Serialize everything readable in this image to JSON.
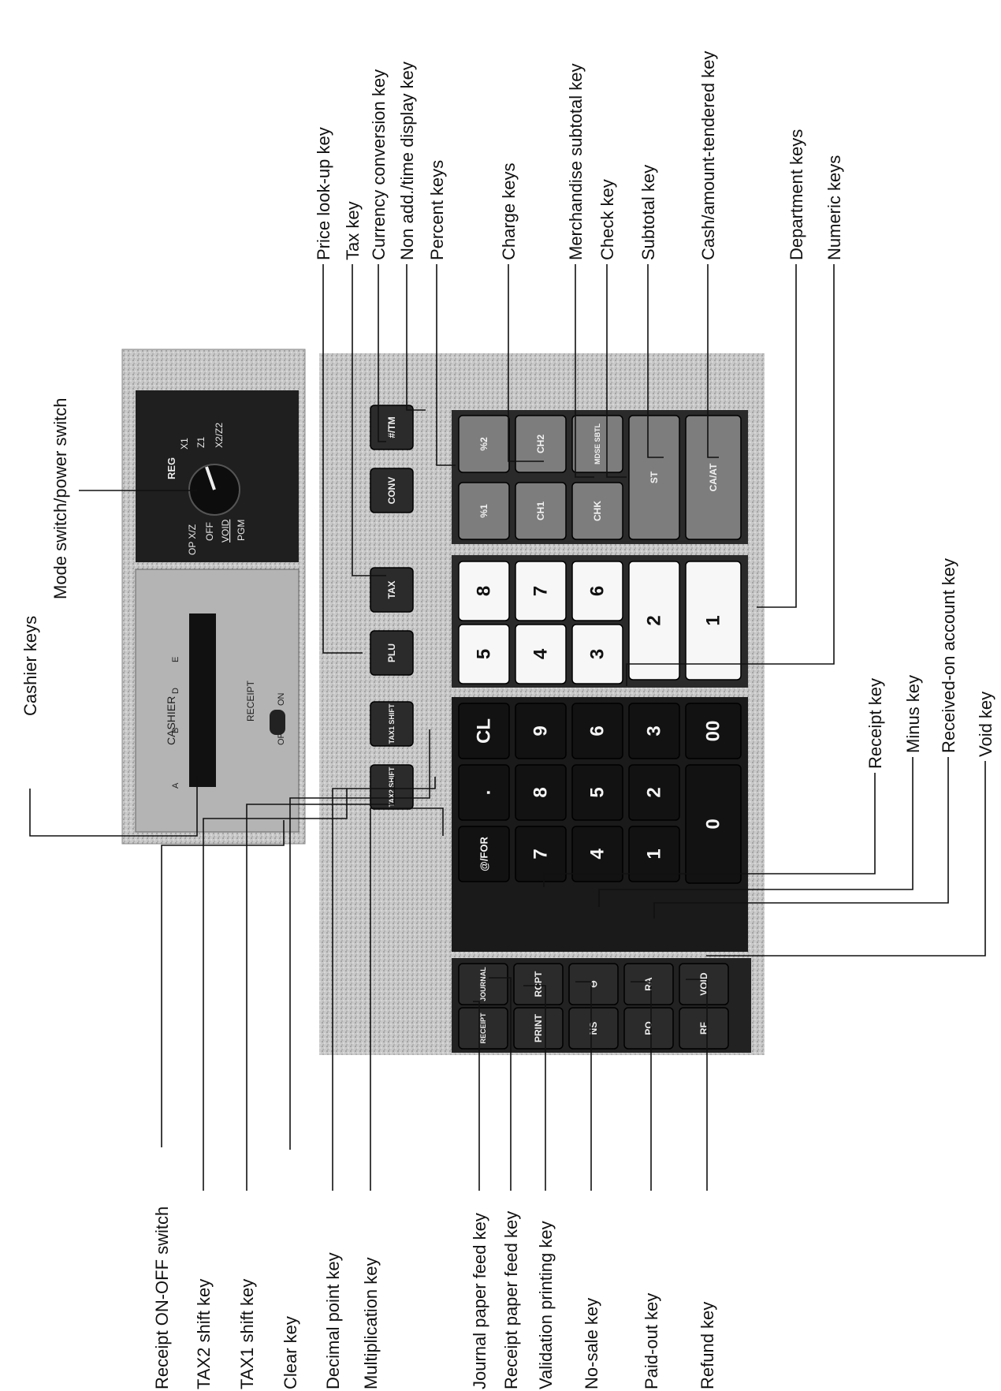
{
  "labels": {
    "cashier_keys": "Cashier keys",
    "mode_switch": "Mode switch/power switch",
    "price_lookup": "Price look-up key",
    "tax_key": "Tax key",
    "currency_conversion": "Currency conversion key",
    "non_add": "Non add./time display key",
    "percent_keys": "Percent keys",
    "charge_keys": "Charge keys",
    "merchandise_subtotal": "Merchandise subtotal key",
    "check_key": "Check key",
    "subtotal_key": "Subtotal key",
    "cash_tendered": "Cash/amount-tendered key",
    "department_keys": "Department keys",
    "numeric_keys": "Numeric keys",
    "receipt_key": "Receipt key",
    "minus_key": "Minus key",
    "received_on_account": "Received-on account key",
    "void_key": "Void key",
    "receipt_on_off": "Receipt ON-OFF switch",
    "tax2_shift": "TAX2 shift key",
    "tax1_shift": "TAX1 shift key",
    "clear_key": "Clear key",
    "decimal_point": "Decimal point key",
    "multiplication": "Multiplication key",
    "journal_feed": "Journal paper feed key",
    "receipt_feed": "Receipt paper feed key",
    "validation_printing": "Validation printing key",
    "no_sale": "No-sale key",
    "paid_out": "Paid-out key",
    "refund": "Refund key"
  },
  "panel": {
    "cashier_title": "CASHIER",
    "cashier_letters": [
      "A",
      "B",
      "D",
      "E"
    ],
    "receipt_title": "RECEIPT",
    "receipt_off": "OFF",
    "receipt_on": "ON",
    "modes": [
      "REG",
      "X1",
      "Z1",
      "X2/Z2",
      "OP X/Z",
      "OFF",
      "VOID",
      "PGM"
    ]
  },
  "keys": {
    "tm": "#/TM",
    "conv": "CONV",
    "tax": "TAX",
    "plu": "PLU",
    "tax1_shift": "TAX1 SHIFT",
    "tax2_shift": "TAX2 SHIFT",
    "ch2": "CH2",
    "ch1": "CH1",
    "pct2": "%2",
    "pct1": "%1",
    "mdse_sbtl": "MDSE SBTL",
    "chk": "CHK",
    "st": "ST",
    "ca_at": "CA/AT",
    "dept": [
      "8",
      "7",
      "6",
      "2",
      "1",
      "5",
      "4",
      "3"
    ],
    "cl": "CL",
    "dot": ".",
    "for": "@/FOR",
    "num": [
      "9",
      "6",
      "3",
      "00",
      "8",
      "5",
      "2",
      "0",
      "7",
      "4",
      "1"
    ],
    "journal": "JOURNAL",
    "receipt": "RECEIPT",
    "rcpt": "RCPT",
    "print": "PRINT",
    "minus": "⊖",
    "ns": "NS",
    "ra": "RA",
    "po": "PO",
    "void": "VOID",
    "rf": "RF"
  }
}
